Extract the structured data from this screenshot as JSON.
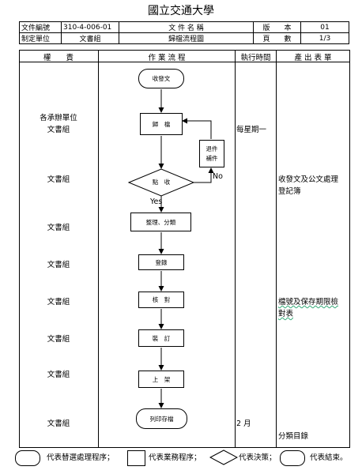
{
  "title": "國立交通大學",
  "header": {
    "doc_no_label": "文件編號",
    "doc_no": "310-4-006-01",
    "doc_name_label": "文 件 名 稱",
    "edition_label": "版　　本",
    "edition": "01",
    "unit_label": "制定單位",
    "unit": "文書組",
    "doc_name": "歸檔流程圖",
    "page_label": "頁　　數",
    "page": "1/3"
  },
  "columns": {
    "responsibility": "權　　責",
    "process": "作 業 流 程",
    "time": "執行時間",
    "output": "產 出 表 單"
  },
  "responsibilities": [
    {
      "l1": "各承辦單位",
      "l2": "文書組"
    },
    {
      "l1": "文書組"
    },
    {
      "l1": "文書組"
    },
    {
      "l1": "文書組"
    },
    {
      "l1": "文書組"
    },
    {
      "l1": "文書組"
    },
    {
      "l1": "文書組"
    },
    {
      "l1": "文書組"
    }
  ],
  "flow": {
    "start": "收發文",
    "step1": "歸　檔",
    "return_box": "退件補件",
    "decision": "點　收",
    "yes": "Yes",
    "no": "No",
    "step2": "整理、分類",
    "step3": "登錄",
    "step4": "核　對",
    "step5": "裝　訂",
    "step6": "上　架",
    "end": "列印存檔"
  },
  "times": {
    "t1": "每星期一",
    "t2": "2 月"
  },
  "outputs": {
    "o1_line1": "收發文及公文處理",
    "o1_line2": "登記簿",
    "o2_line1": "檔號及保存期限檢",
    "o2_line2": "對表",
    "o3": "分類目錄"
  },
  "legend": {
    "terminal": "代表替選處理程序；",
    "process": "代表業務程序；",
    "decision": "代表決策；",
    "end": "代表結束。"
  }
}
